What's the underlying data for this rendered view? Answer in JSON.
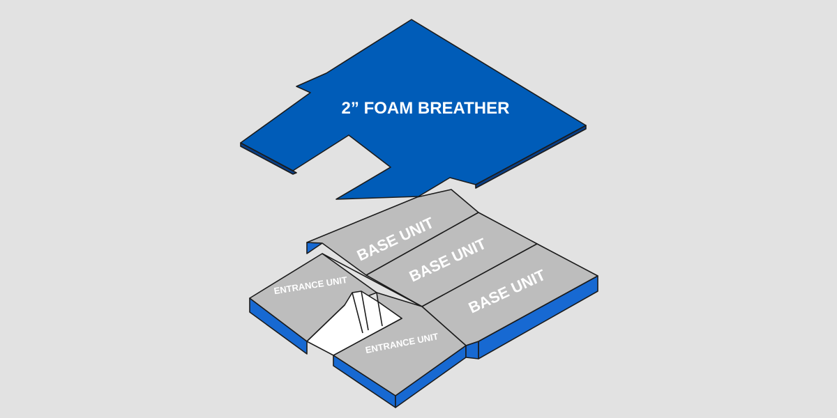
{
  "labels": {
    "foam": "2” FOAM BREATHER",
    "base_1": "BASE UNIT",
    "base_2": "BASE UNIT",
    "base_3": "BASE UNIT",
    "entrance_1": "ENTRANCE UNIT",
    "entrance_2": "ENTRANCE UNIT"
  },
  "colors": {
    "background": "#e2e2e2",
    "foam": "#005cb8",
    "base_top": "#bdbdbd",
    "side_blue": "#1769d2",
    "outline": "#1b1b1b",
    "cutout": "#ffffff"
  }
}
